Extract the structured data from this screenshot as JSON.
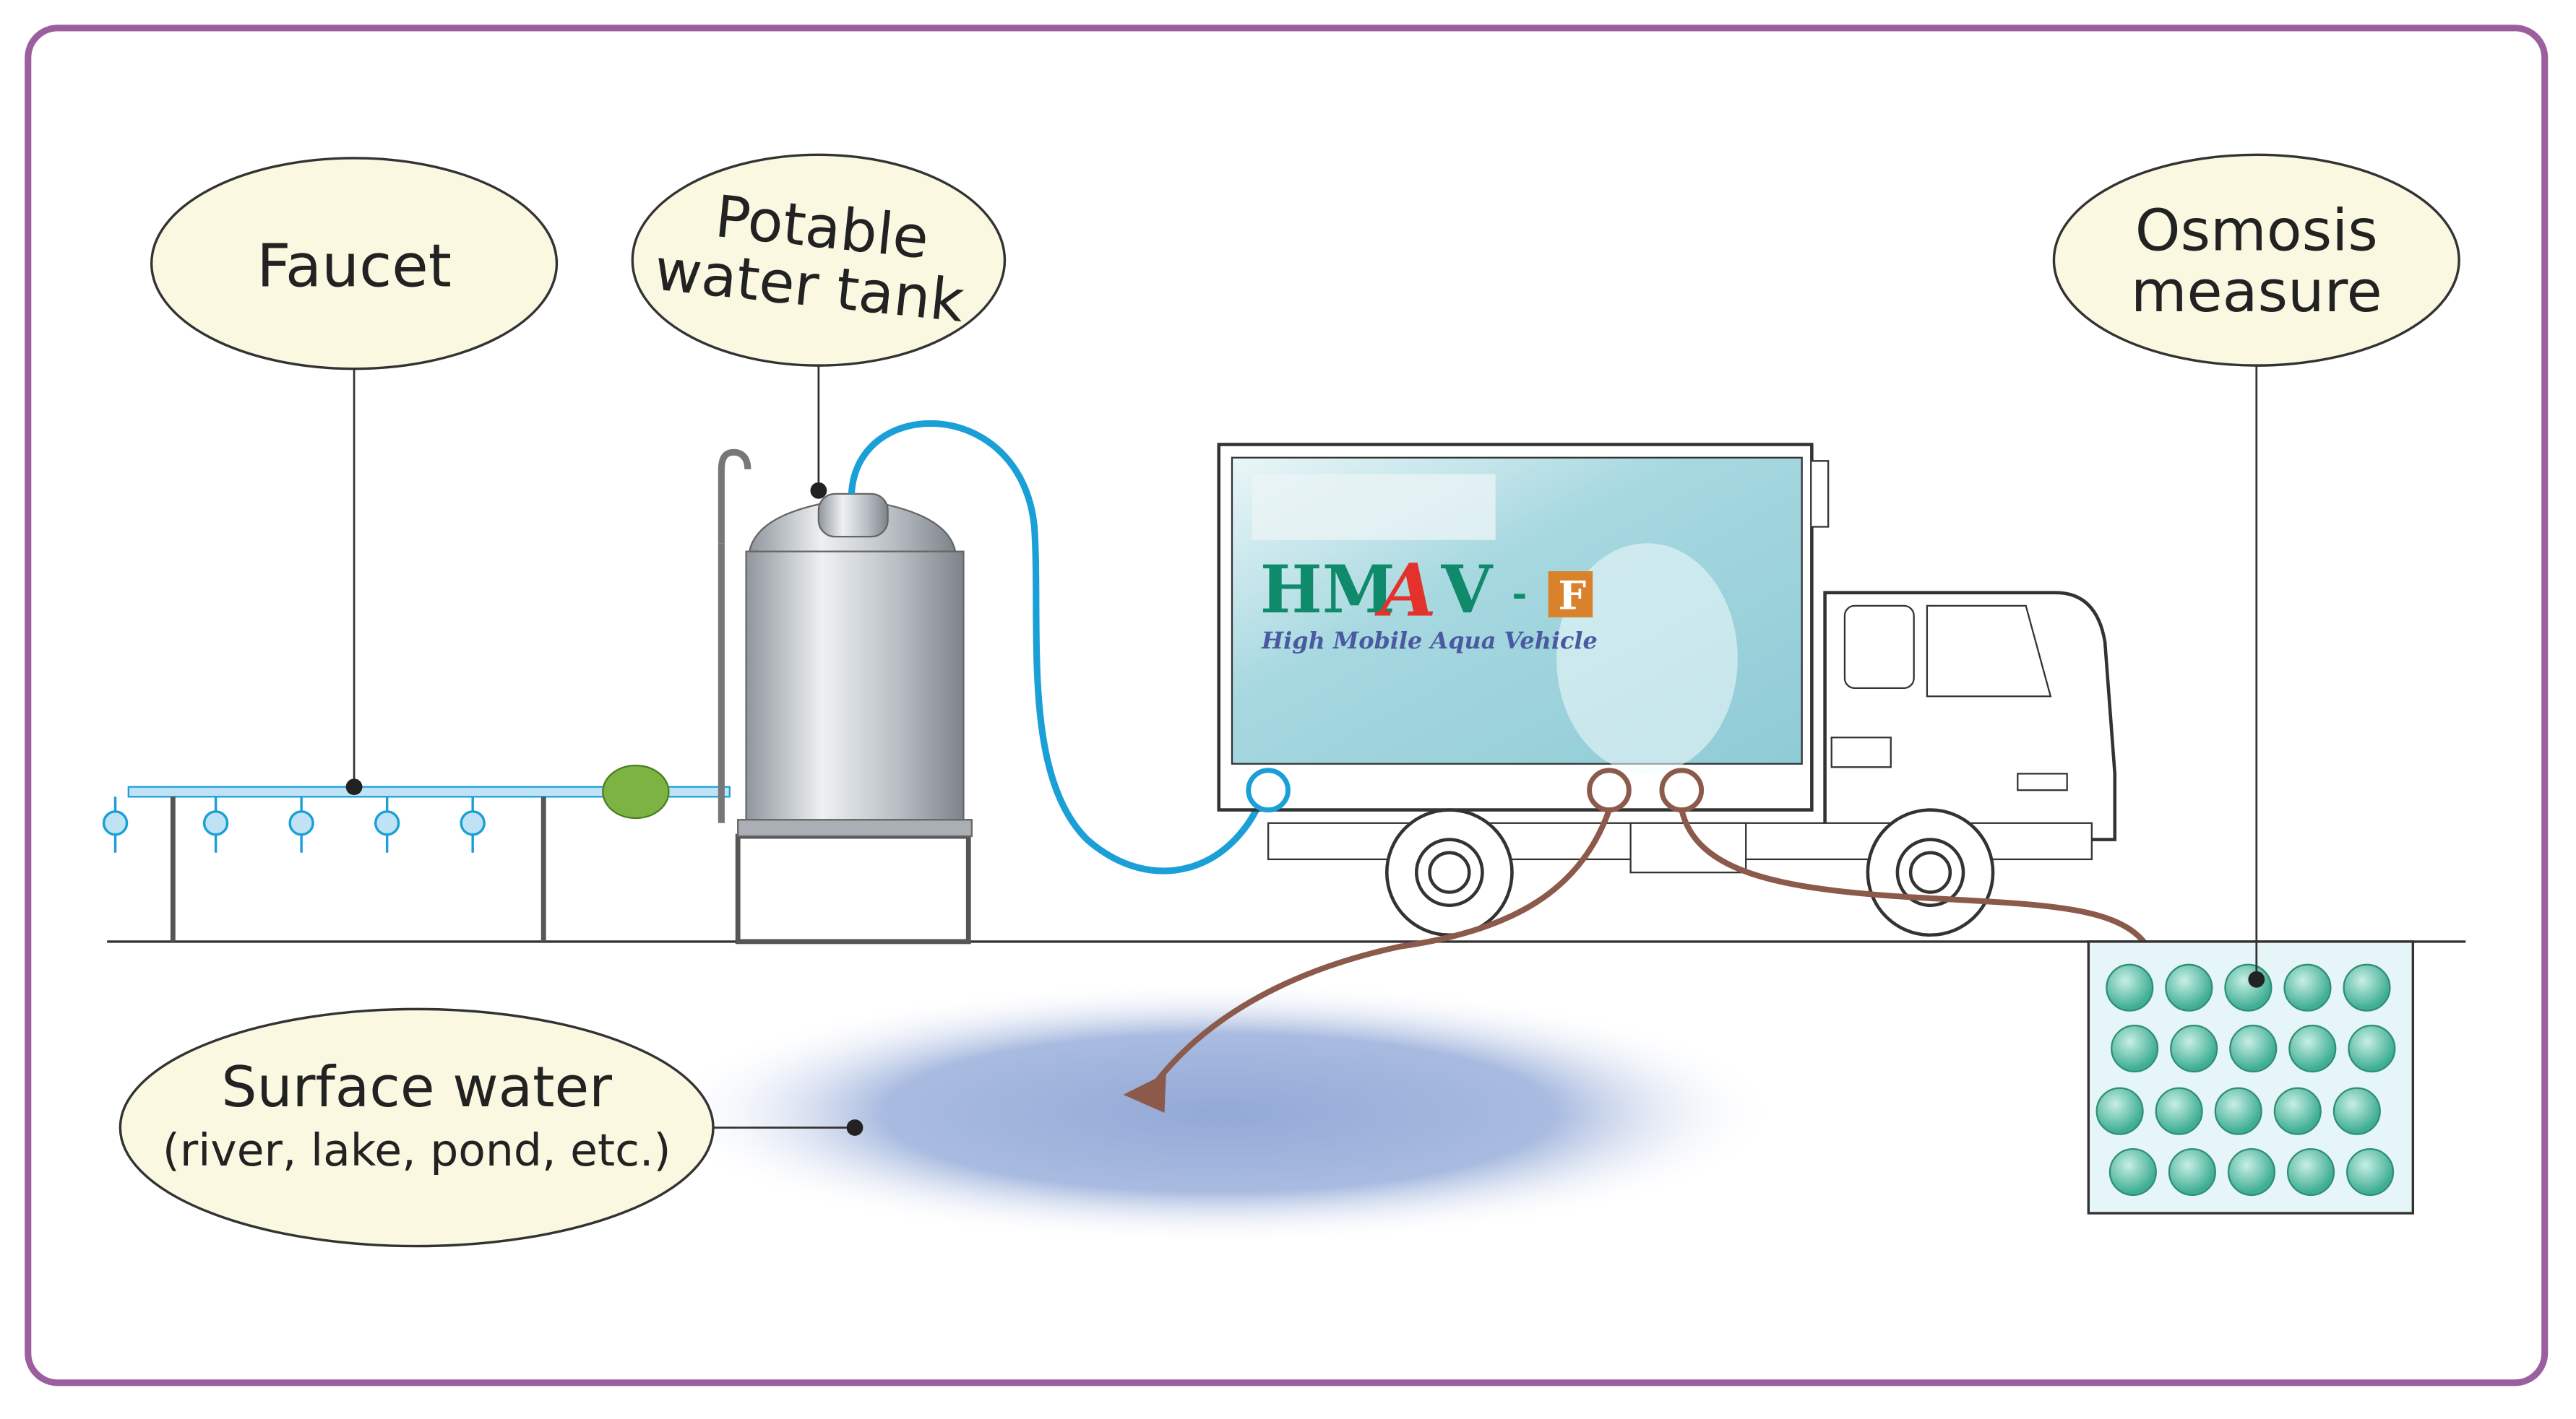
{
  "labels": {
    "faucet": "Faucet",
    "tank_line1": "Potable",
    "tank_line2": "water tank",
    "osmosis_line1": "Osmosis",
    "osmosis_line2": "measure",
    "surface_line1": "Surface water",
    "surface_line2": "(river, lake, pond, etc.)"
  },
  "truck_logo": {
    "letters_hm": "HM",
    "letter_a": "A",
    "letter_v": "V",
    "dash": "-",
    "badge": "F",
    "tagline": "High Mobile Aqua Vehicle"
  },
  "colors": {
    "frame": "#9b5fa0",
    "callout_fill": "#fbf8e1",
    "hose_blue": "#1a9fd6",
    "hose_brown": "#8b5a4a",
    "logo_green": "#0f8a6a",
    "logo_red": "#e3322b",
    "logo_badge": "#d9822b",
    "tagline_blue": "#4a5aa0",
    "pond": "#93a9d6",
    "filter_green": "#7cb342",
    "bead": "#5cc0a8"
  }
}
